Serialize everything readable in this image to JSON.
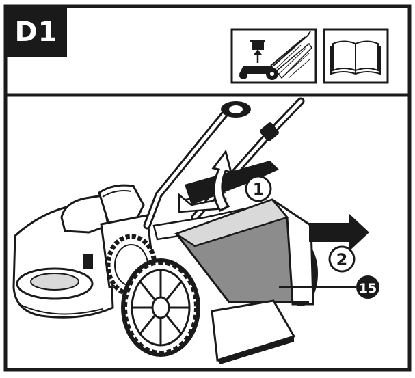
{
  "step": {
    "label": "D1"
  },
  "callouts": {
    "step_one": "1",
    "step_two": "2",
    "part_number": "15"
  },
  "icons": {
    "header_left": "mower-grass-bag-icon",
    "header_right": "manual-book-icon"
  },
  "colors": {
    "ink": "#1a1a1a",
    "bag_grey": "#8c8c8c",
    "light_grey": "#d9d9d9",
    "paper": "#ffffff"
  }
}
